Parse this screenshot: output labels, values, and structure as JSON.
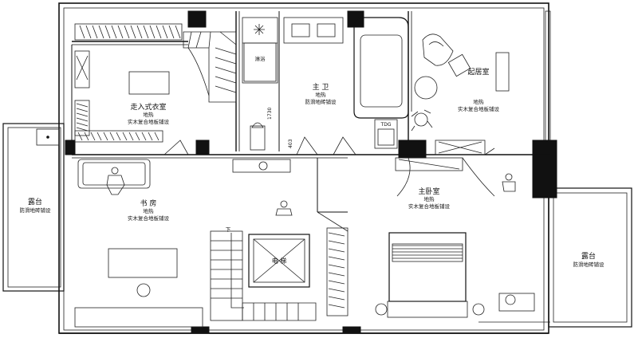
{
  "rooms": {
    "walk_in_closet": {
      "name": "走入式衣室",
      "l1": "地热",
      "l2": "实木复合地板铺设"
    },
    "master_bath": {
      "name": "主 卫",
      "l1": "地热",
      "l2": "防滑地砖铺设"
    },
    "living_room": {
      "name": "起居室",
      "l1": "地热",
      "l2": "实木复合地板铺设"
    },
    "study": {
      "name": "书 房",
      "l1": "地热",
      "l2": "实木复合地板铺设"
    },
    "master_bedroom": {
      "name": "主卧室",
      "l1": "地热",
      "l2": "实木复合地板铺设"
    },
    "terrace_left": {
      "name": "露台",
      "l1": "防滑地砖铺设"
    },
    "terrace_right": {
      "name": "露台",
      "l1": "防滑地砖铺设"
    },
    "elevator": {
      "name": "电 梯"
    }
  },
  "fixtures": {
    "shower": "淋浴",
    "dim_1730": "1730",
    "dim_403": "403",
    "tdg": "TDG",
    "stair_down": "下"
  },
  "colors": {
    "wall": "#111111",
    "background": "#ffffff"
  }
}
